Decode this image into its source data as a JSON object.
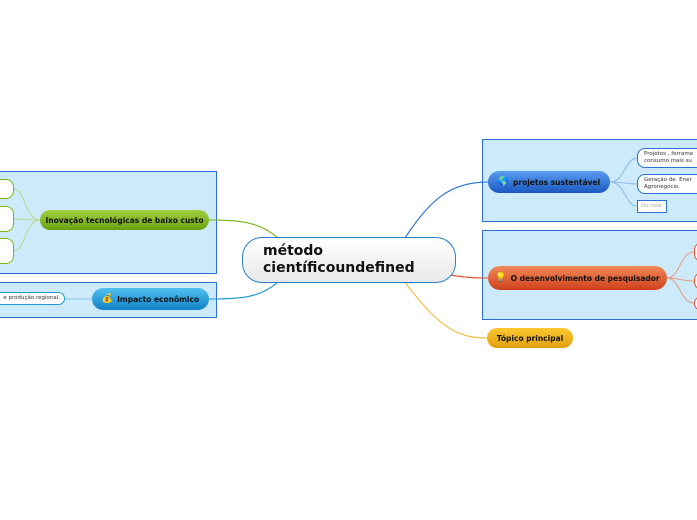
{
  "central": {
    "line1": "método",
    "line2": "científicoundefined"
  },
  "right": [
    {
      "label": "projetos sustentável",
      "icon": "globe-icon",
      "color": "#2a6fd6",
      "children": [
        "Projetos , ferrame\nconsumo mais su",
        "Geração de  Ener\nAgronegócio."
      ],
      "placeholder": "Do now"
    },
    {
      "label": "O desenvolvimento de pesquisador",
      "icon": "lightbulb-icon",
      "color": "#e0502a"
    },
    {
      "label": "Tópico principal",
      "color": "#f0b21a"
    }
  ],
  "left": [
    {
      "label": "Inovação tecnológicas de baixo custo",
      "color": "#7ab51d"
    },
    {
      "label": "Impacto econômico",
      "icon": "money-bag-icon",
      "color": "#1d9ad6",
      "children": [
        "e produção regional."
      ]
    }
  ]
}
